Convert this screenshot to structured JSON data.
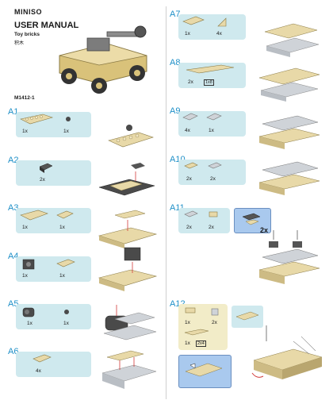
{
  "header": {
    "brand": "MINISO",
    "title": "USER MANUAL",
    "subtitle": "Toy bricks",
    "subtitle_cn": "积木",
    "model": "M1412-1"
  },
  "steps": {
    "a1": {
      "label": "A1",
      "q1": "1x",
      "q2": "1x"
    },
    "a2": {
      "label": "A2",
      "q1": "2x"
    },
    "a3": {
      "label": "A3",
      "q1": "1x",
      "q2": "1x"
    },
    "a4": {
      "label": "A4",
      "q1": "1x",
      "q2": "1x"
    },
    "a5": {
      "label": "A5",
      "q1": "1x",
      "q2": "1x"
    },
    "a6": {
      "label": "A6",
      "q1": "4x"
    },
    "a7": {
      "label": "A7",
      "q1": "1x",
      "q2": "4x"
    },
    "a8": {
      "label": "A8",
      "q1": "2x",
      "q2": "1x8"
    },
    "a9": {
      "label": "A9",
      "q1": "4x",
      "q2": "1x"
    },
    "a10": {
      "label": "A10",
      "q1": "2x",
      "q2": "2x"
    },
    "a11": {
      "label": "A11",
      "q1": "2x",
      "q2": "2x",
      "sub_qty": "2x"
    },
    "a12": {
      "label": "A12",
      "q1": "1x",
      "q2": "2x",
      "q3": "1x",
      "q4": "2x4"
    }
  },
  "colors": {
    "tan": "#e8d9a8",
    "dark": "#4a4a4a",
    "light": "#cfd3d8",
    "panel": "#cfe9ee",
    "step": "#1d8fc7",
    "arrow": "#d23a3a"
  }
}
